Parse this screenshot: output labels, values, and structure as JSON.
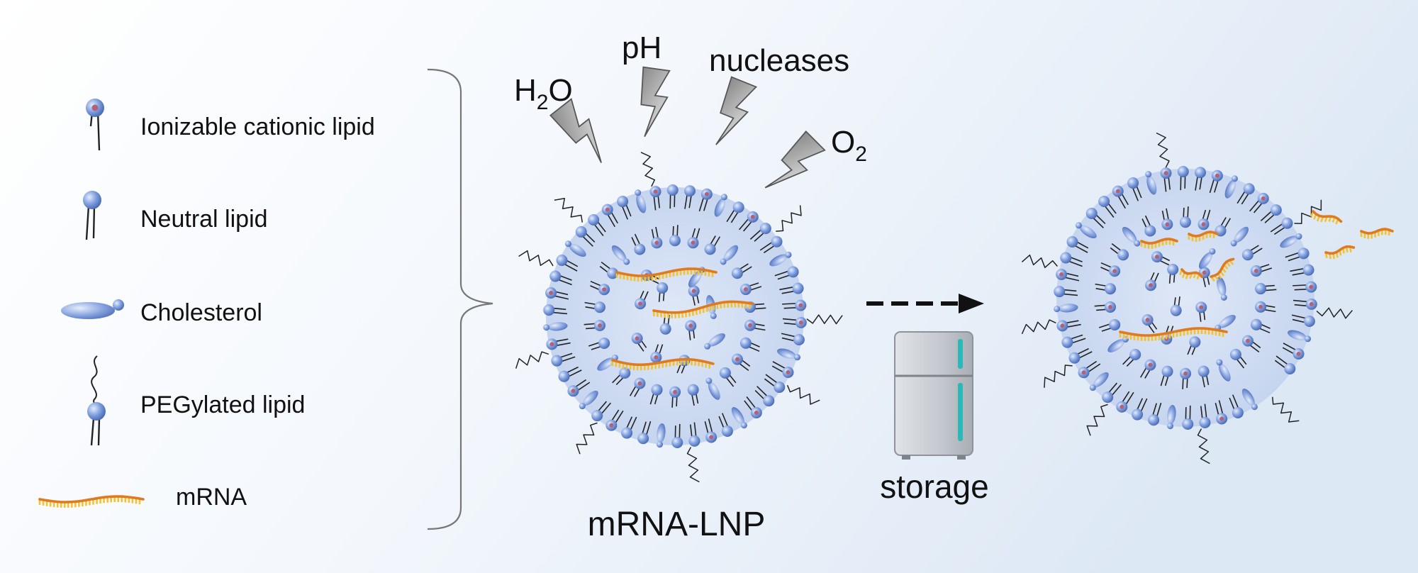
{
  "legend": {
    "items": [
      {
        "id": "ionizable",
        "label": "Ionizable cationic lipid"
      },
      {
        "id": "neutral",
        "label": "Neutral lipid"
      },
      {
        "id": "cholesterol",
        "label": "Cholesterol"
      },
      {
        "id": "peg",
        "label": "PEGylated lipid"
      },
      {
        "id": "mrna",
        "label": "mRNA"
      }
    ]
  },
  "stressors": {
    "water": {
      "base": "H",
      "sub": "2",
      "tail": "O"
    },
    "ph": {
      "label": "pH"
    },
    "nucleases": {
      "label": "nucleases"
    },
    "oxygen": {
      "base": "O",
      "sub": "2"
    }
  },
  "particle_label": "mRNA-LNP",
  "storage_label": "storage",
  "colors": {
    "lipid_head": "#6f8fd6",
    "ionizable_core": "#b0627a",
    "tail": "#222222",
    "mrna_backbone": "#e07a1f",
    "mrna_bases": "#f2c230",
    "particle_fill": "#cfdcf2",
    "fridge_body": "#c6cad0",
    "fridge_handle": "#2bb8b8",
    "arrow": "#111111",
    "bolt_fill": "#bdbdbd"
  },
  "icons": [
    "ionizable-lipid-icon",
    "neutral-lipid-icon",
    "cholesterol-icon",
    "peg-lipid-icon",
    "mrna-icon",
    "lightning-bolt-icon",
    "refrigerator-icon",
    "dashed-arrow-icon"
  ]
}
